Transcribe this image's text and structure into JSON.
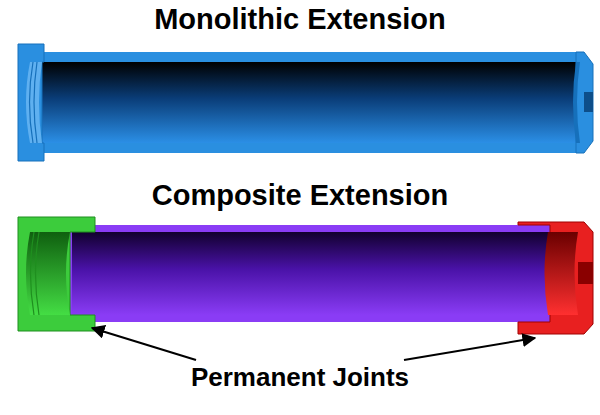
{
  "diagram": {
    "labels": [
      "Monolithic Extension",
      "Composite Extension",
      "Permanent Joints"
    ]
  }
}
